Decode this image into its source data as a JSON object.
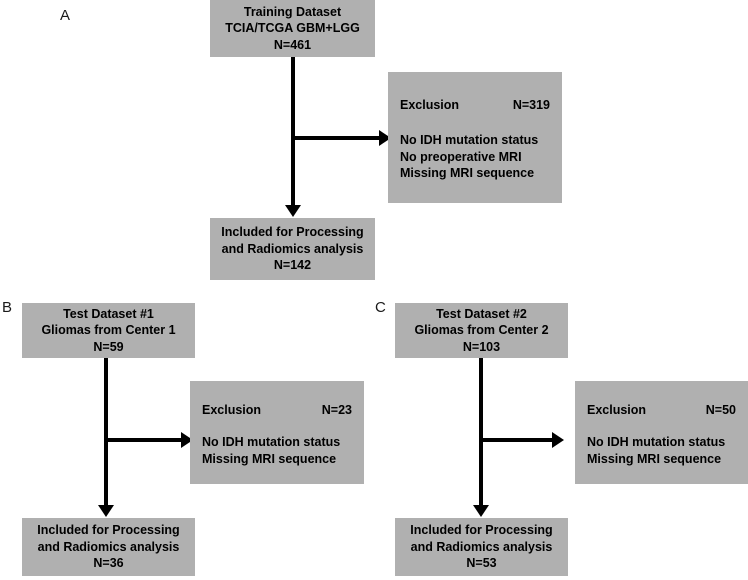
{
  "figure": {
    "panels": [
      {
        "letter": "A",
        "source_box": {
          "lines": [
            "Training Dataset",
            "TCIA/TCGA GBM+LGG",
            "N=461"
          ]
        },
        "exclusion_box": {
          "title": "Exclusion",
          "count": "N=319",
          "reasons": [
            "No IDH mutation status",
            "No preoperative MRI",
            "Missing MRI sequence"
          ]
        },
        "included_box": {
          "lines": [
            "Included for Processing",
            "and Radiomics analysis",
            "N=142"
          ]
        }
      },
      {
        "letter": "B",
        "source_box": {
          "lines": [
            "Test Dataset #1",
            "Gliomas from Center 1",
            "N=59"
          ]
        },
        "exclusion_box": {
          "title": "Exclusion",
          "count": "N=23",
          "reasons": [
            "No IDH mutation status",
            "Missing MRI sequence"
          ]
        },
        "included_box": {
          "lines": [
            "Included for Processing",
            "and Radiomics analysis",
            "N=36"
          ]
        }
      },
      {
        "letter": "C",
        "source_box": {
          "lines": [
            "Test Dataset #2",
            "Gliomas from Center 2",
            "N=103"
          ]
        },
        "exclusion_box": {
          "title": "Exclusion",
          "count": "N=50",
          "reasons": [
            "No IDH mutation status",
            "Missing MRI sequence"
          ]
        },
        "included_box": {
          "lines": [
            "Included for Processing",
            "and Radiomics analysis",
            "N=53"
          ]
        }
      }
    ],
    "colors": {
      "box_fill": "#b0b0b0",
      "connector": "#000000",
      "text": "#000000",
      "background": "#ffffff"
    }
  }
}
